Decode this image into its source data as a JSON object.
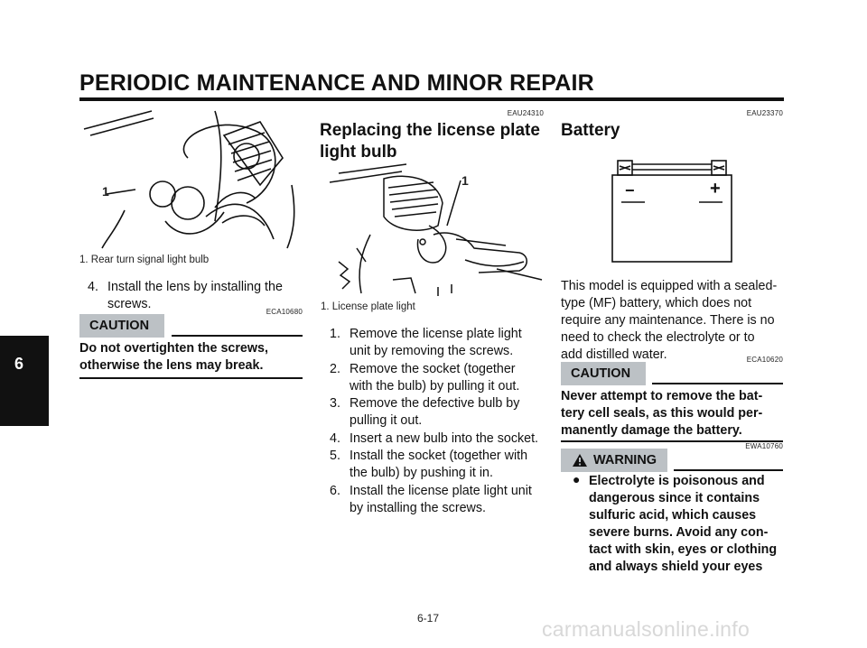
{
  "header": {
    "title": "PERIODIC MAINTENANCE AND MINOR REPAIR"
  },
  "chapter": {
    "number": "6"
  },
  "left_column": {
    "figure_callout": "1",
    "figure_caption": "1. Rear turn signal light bulb",
    "step4": {
      "num": "4.",
      "line1": "Install the lens by installing the",
      "line2": "screws."
    },
    "caution_code": "ECA10680",
    "caution_label": "CAUTION",
    "caution_text": [
      "Do not overtighten the screws,",
      "otherwise the lens may break."
    ]
  },
  "middle_column": {
    "code": "EAU24310",
    "title": [
      "Replacing the license plate",
      "light bulb"
    ],
    "figure_callout": "1",
    "figure_caption": "1. License plate light",
    "steps": [
      {
        "num": "1.",
        "lines": [
          "Remove the license plate light",
          "unit by removing the screws."
        ]
      },
      {
        "num": "2.",
        "lines": [
          "Remove the socket (together",
          "with the bulb) by pulling it out."
        ]
      },
      {
        "num": "3.",
        "lines": [
          "Remove the defective bulb by",
          "pulling it out."
        ]
      },
      {
        "num": "4.",
        "lines": [
          "Insert a new bulb into the socket."
        ]
      },
      {
        "num": "5.",
        "lines": [
          "Install the socket (together with",
          "the bulb) by pushing it in."
        ]
      },
      {
        "num": "6.",
        "lines": [
          "Install the license plate light unit",
          "by installing the screws."
        ]
      }
    ]
  },
  "right_column": {
    "code": "EAU23370",
    "title": "Battery",
    "battery_minus": "−",
    "battery_plus": "+",
    "paragraph": [
      "This model is equipped with a sealed-",
      "type (MF) battery, which does not",
      "require any maintenance. There is no",
      "need to check the electrolyte or to",
      "add distilled water."
    ],
    "caution_code": "ECA10620",
    "caution_label": "CAUTION",
    "caution_text": [
      "Never attempt to remove the bat-",
      "tery cell seals, as this would per-",
      "manently damage the battery."
    ],
    "warning_code": "EWA10760",
    "warning_label": "WARNING",
    "warning_bullet": [
      "Electrolyte is poisonous and",
      "dangerous since it contains",
      "sulfuric acid, which causes",
      "severe burns. Avoid any con-",
      "tact with skin, eyes or clothing",
      "and always shield your eyes"
    ]
  },
  "footer": {
    "page_number": "6-17",
    "watermark": "carmanualsonline.info"
  }
}
